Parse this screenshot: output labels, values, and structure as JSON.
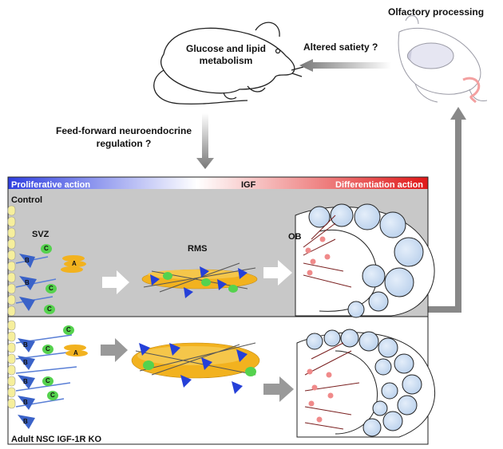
{
  "labels": {
    "mouse_metabolism": "Glucose and lipid metabolism",
    "altered_satiety": "Altered satiety ?",
    "olfactory_processing": "Olfactory processing",
    "feed_forward": "Feed-forward neuroendocrine regulation ?",
    "proliferative_action": "Proliferative action",
    "igf": "IGF",
    "differentiation_action": "Differentiation action",
    "control": "Control",
    "svz": "SVZ",
    "rms": "RMS",
    "ob": "OB",
    "ko": "Adult NSC IGF-1R KO"
  },
  "cell_letters": {
    "b": "B",
    "c": "C",
    "a": "A"
  },
  "colors": {
    "gradient_left": "#2f3fe0",
    "gradient_right": "#e01818",
    "control_panel": "#c8c8c8",
    "neuroblast": "#f2b21f",
    "type_c": "#55d24e",
    "type_b": "#3a62c8",
    "glomerulus": "#cfe0f5",
    "neuron": "#f08a8a"
  }
}
